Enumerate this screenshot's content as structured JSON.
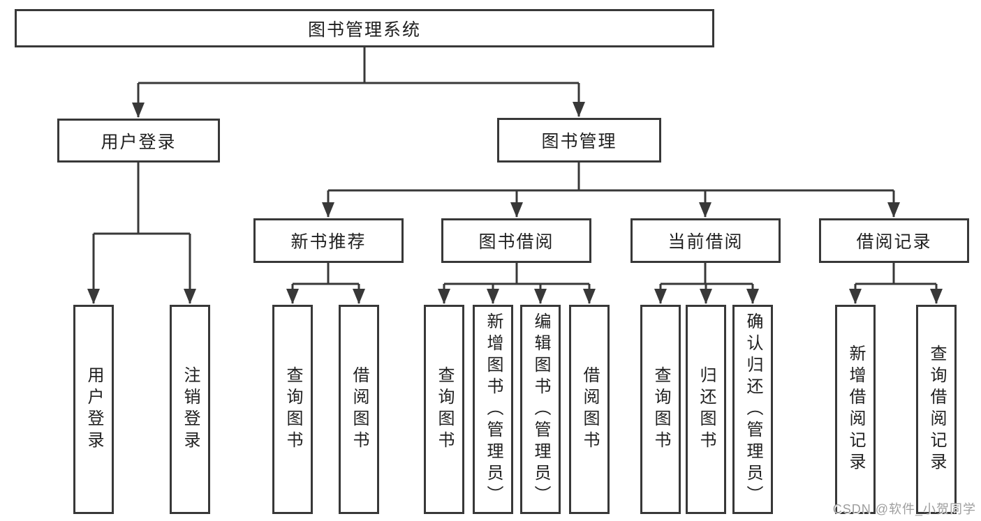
{
  "diagram": {
    "root": "图书管理系统",
    "level2": {
      "user_login": "用户登录",
      "book_mgmt": "图书管理"
    },
    "level3": {
      "new_book": "新书推荐",
      "book_borrow": "图书借阅",
      "current_borrow": "当前借阅",
      "borrow_record": "借阅记录"
    },
    "leaves": {
      "user_login": "用户登录",
      "logout": "注销登录",
      "nb_query": "查询图书",
      "nb_borrow": "借阅图书",
      "bb_query": "查询图书",
      "bb_add": "新增图书（管理员）",
      "bb_edit": "编辑图书（管理员）",
      "bb_borrow": "借阅图书",
      "cb_query": "查询图书",
      "cb_return": "归还图书",
      "cb_confirm": "确认归还（管理员）",
      "br_add": "新增借阅记录",
      "br_query": "查询借阅记录"
    }
  },
  "watermark": "CSDN @软件_小贺同学",
  "colors": {
    "line": "#383838",
    "text": "#1f1f1f",
    "watermark": "#9e9e9e",
    "background": "#ffffff"
  }
}
